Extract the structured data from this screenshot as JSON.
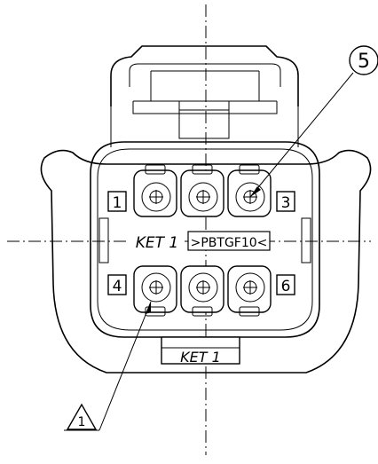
{
  "drawing": {
    "cavity_numbers": {
      "top_left": "1",
      "top_right": "3",
      "bottom_left": "4",
      "bottom_right": "6"
    },
    "marking_brand": "KET 1",
    "marking_material": ">PBTGF10<",
    "bottom_marking": "KET 1",
    "callout_balloon": "5",
    "callout_triangle": "1"
  }
}
